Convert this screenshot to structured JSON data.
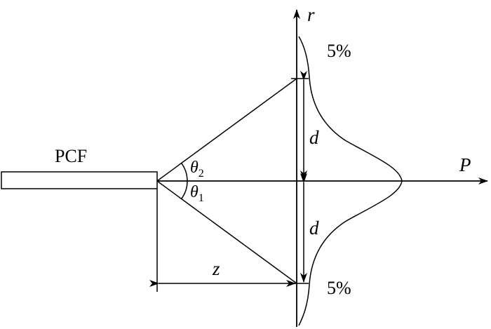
{
  "labels": {
    "fiber": "PCF",
    "r_axis": "r",
    "p_axis": "P",
    "d_upper": "d",
    "d_lower": "d",
    "z": "z",
    "percent_top": "5%",
    "percent_bottom": "5%",
    "theta_symbol": "θ",
    "theta_2_sub": "2",
    "theta_1_sub": "1"
  }
}
